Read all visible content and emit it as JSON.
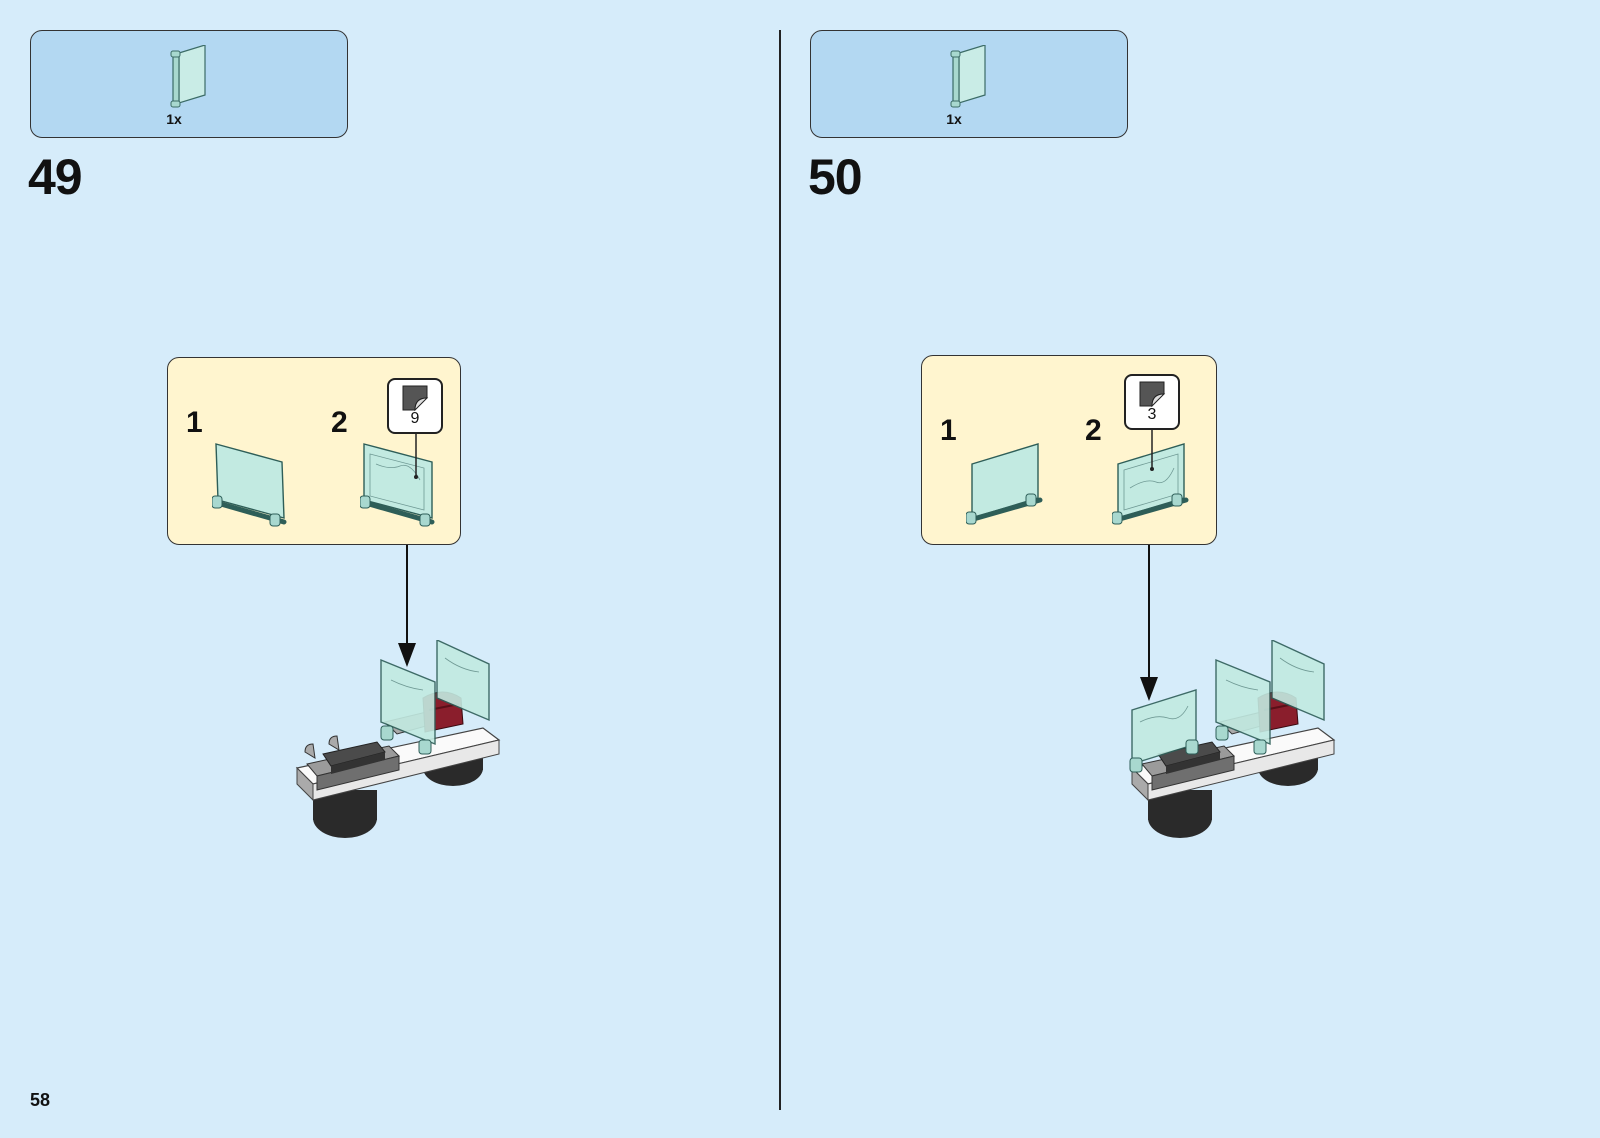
{
  "steps": [
    {
      "number": "49",
      "part_qty": "1x",
      "callout": {
        "sub1": "1",
        "sub2": "2",
        "sticker": "9"
      }
    },
    {
      "number": "50",
      "part_qty": "1x",
      "callout": {
        "sub1": "1",
        "sub2": "2",
        "sticker": "3"
      }
    }
  ],
  "page_number": "58",
  "colors": {
    "background": "#d6ecfa",
    "parts_box": "#b3d8f2",
    "callout": "#fff5cf",
    "transparent_panel": "#bfe8de",
    "dark_red": "#8a1e2c",
    "gray": "#9b9b9b",
    "dark_gray": "#4b4b4b",
    "black": "#2a2a2a"
  },
  "icons": [
    "glass-panel-icon",
    "sticker-icon",
    "arrow-down-icon"
  ]
}
